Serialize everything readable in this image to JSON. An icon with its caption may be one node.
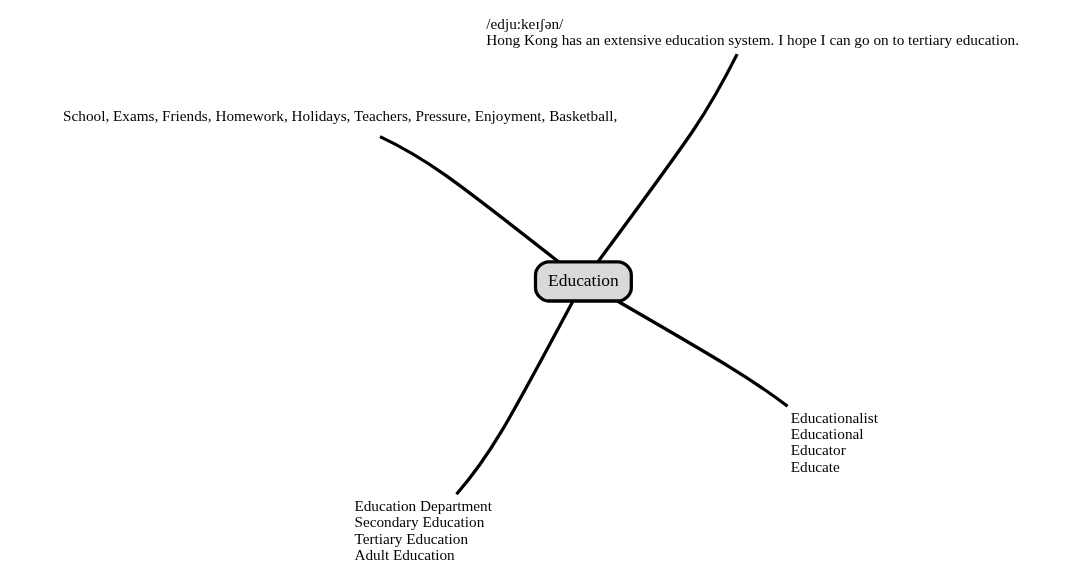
{
  "diagram": {
    "nodes": [
      {
        "text": [
          "Education"
        ]
      },
      {
        "text": [
          "Educationalist",
          "Educational",
          "Educator",
          "Educate"
        ]
      },
      {
        "text": [
          "Education Department",
          "Secondary Education",
          "Tertiary Education",
          "Adult Education"
        ]
      },
      {
        "text": [
          "School, Exams, Friends, Homework, Holidays, Teachers, Pressure, Enjoyment, Basketball,"
        ]
      },
      {
        "text": [
          "/edju:keɪʃən/",
          "Hong Kong has an extensive education system. I hope I can go on to tertiary education."
        ]
      }
    ],
    "edges": [
      {
        "from": 0,
        "to": 1,
        "arrow": "none"
      },
      {
        "from": 0,
        "to": 2,
        "arrow": "none"
      },
      {
        "from": 0,
        "to": 3,
        "arrow": "none"
      },
      {
        "from": 0,
        "to": 4,
        "arrow": "none"
      }
    ]
  }
}
